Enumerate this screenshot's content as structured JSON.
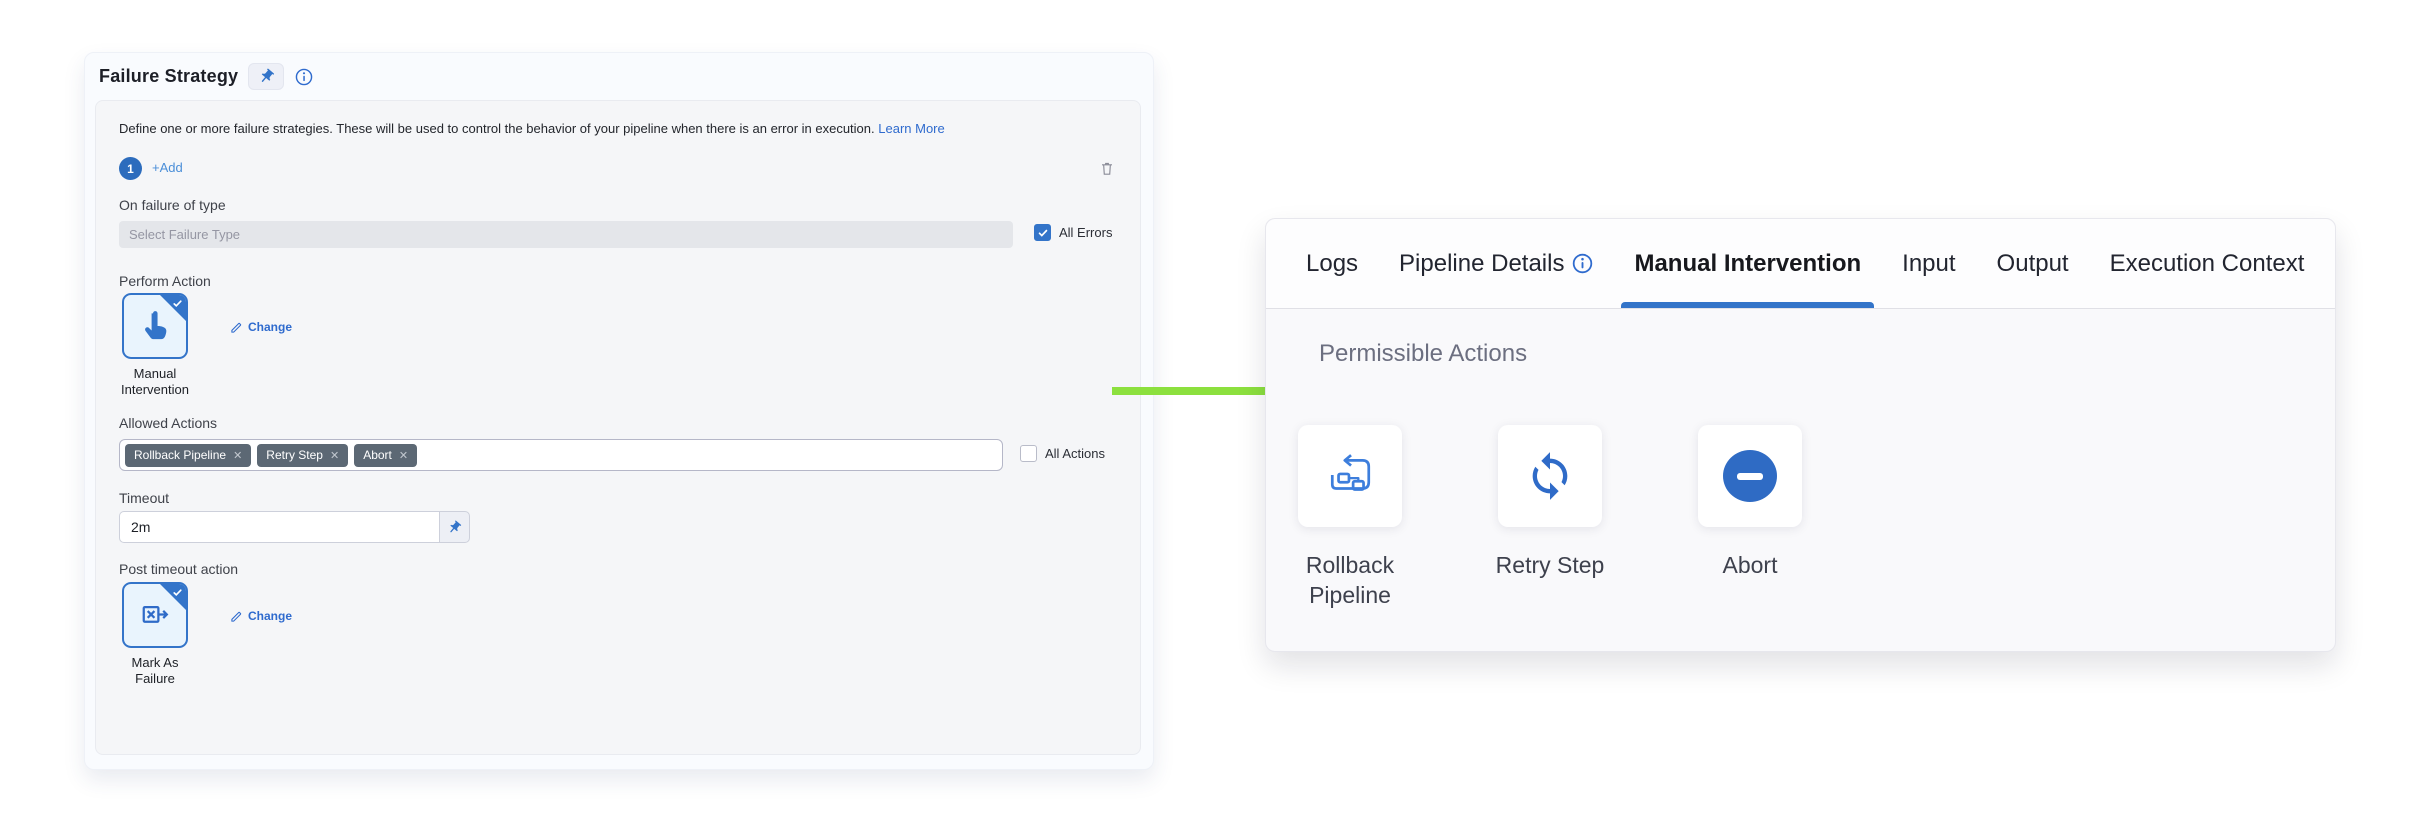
{
  "colors": {
    "primary_blue": "#3374c9",
    "link_blue": "#2f6bce",
    "tag_bg": "#5c6874",
    "arrow_green": "#8ce03e",
    "tab_underline": "#3374c9",
    "left_panel_bg": "#f9fbfe",
    "right_panel_bg": "#f9f9fb"
  },
  "icons": {
    "pin": "pushpin-icon",
    "info": "info-circle-icon",
    "delete": "trash-icon",
    "manual_intervention": "hand-pointer-icon",
    "edit": "pencil-icon",
    "mark_as_failure": "box-x-arrow-icon",
    "selected_badge": "corner-check-icon",
    "rollback_pipeline": "flowchart-return-icon",
    "retry_step": "sync-arrows-icon",
    "abort": "circle-minus-icon",
    "arrow": "green-right-arrow"
  },
  "left_panel": {
    "title": "Failure Strategy",
    "description": "Define one or more failure strategies. These will be used to control the behavior of your pipeline when there is an error in execution.",
    "learn_more_label": "Learn More",
    "strategy_number": "1",
    "add_label": "+Add",
    "fields": {
      "on_failure_label": "On failure of type",
      "failure_type_placeholder": "Select Failure Type",
      "all_errors_label": "All Errors",
      "all_errors_checked": true,
      "perform_action_label": "Perform Action",
      "perform_action_name": "Manual Intervention",
      "perform_action_change_label": "Change",
      "allowed_actions_label": "Allowed Actions",
      "allowed_actions_tags": [
        "Rollback Pipeline",
        "Retry Step",
        "Abort"
      ],
      "tag_remove_glyph": "✕",
      "all_actions_label": "All Actions",
      "all_actions_checked": false,
      "timeout_label": "Timeout",
      "timeout_value": "2m",
      "post_timeout_label": "Post timeout action",
      "post_timeout_action_name": "Mark As Failure",
      "post_timeout_change_label": "Change"
    }
  },
  "right_panel": {
    "tabs": [
      {
        "label": "Logs",
        "active": false
      },
      {
        "label": "Pipeline Details",
        "active": false,
        "has_info_icon": true
      },
      {
        "label": "Manual Intervention",
        "active": true
      },
      {
        "label": "Input",
        "active": false
      },
      {
        "label": "Output",
        "active": false
      },
      {
        "label": "Execution Context",
        "active": false
      }
    ],
    "section_title": "Permissible Actions",
    "actions": [
      {
        "label": "Rollback Pipeline",
        "icon": "flowchart-return-icon"
      },
      {
        "label": "Retry Step",
        "icon": "sync-arrows-icon"
      },
      {
        "label": "Abort",
        "icon": "circle-minus-icon"
      }
    ]
  }
}
